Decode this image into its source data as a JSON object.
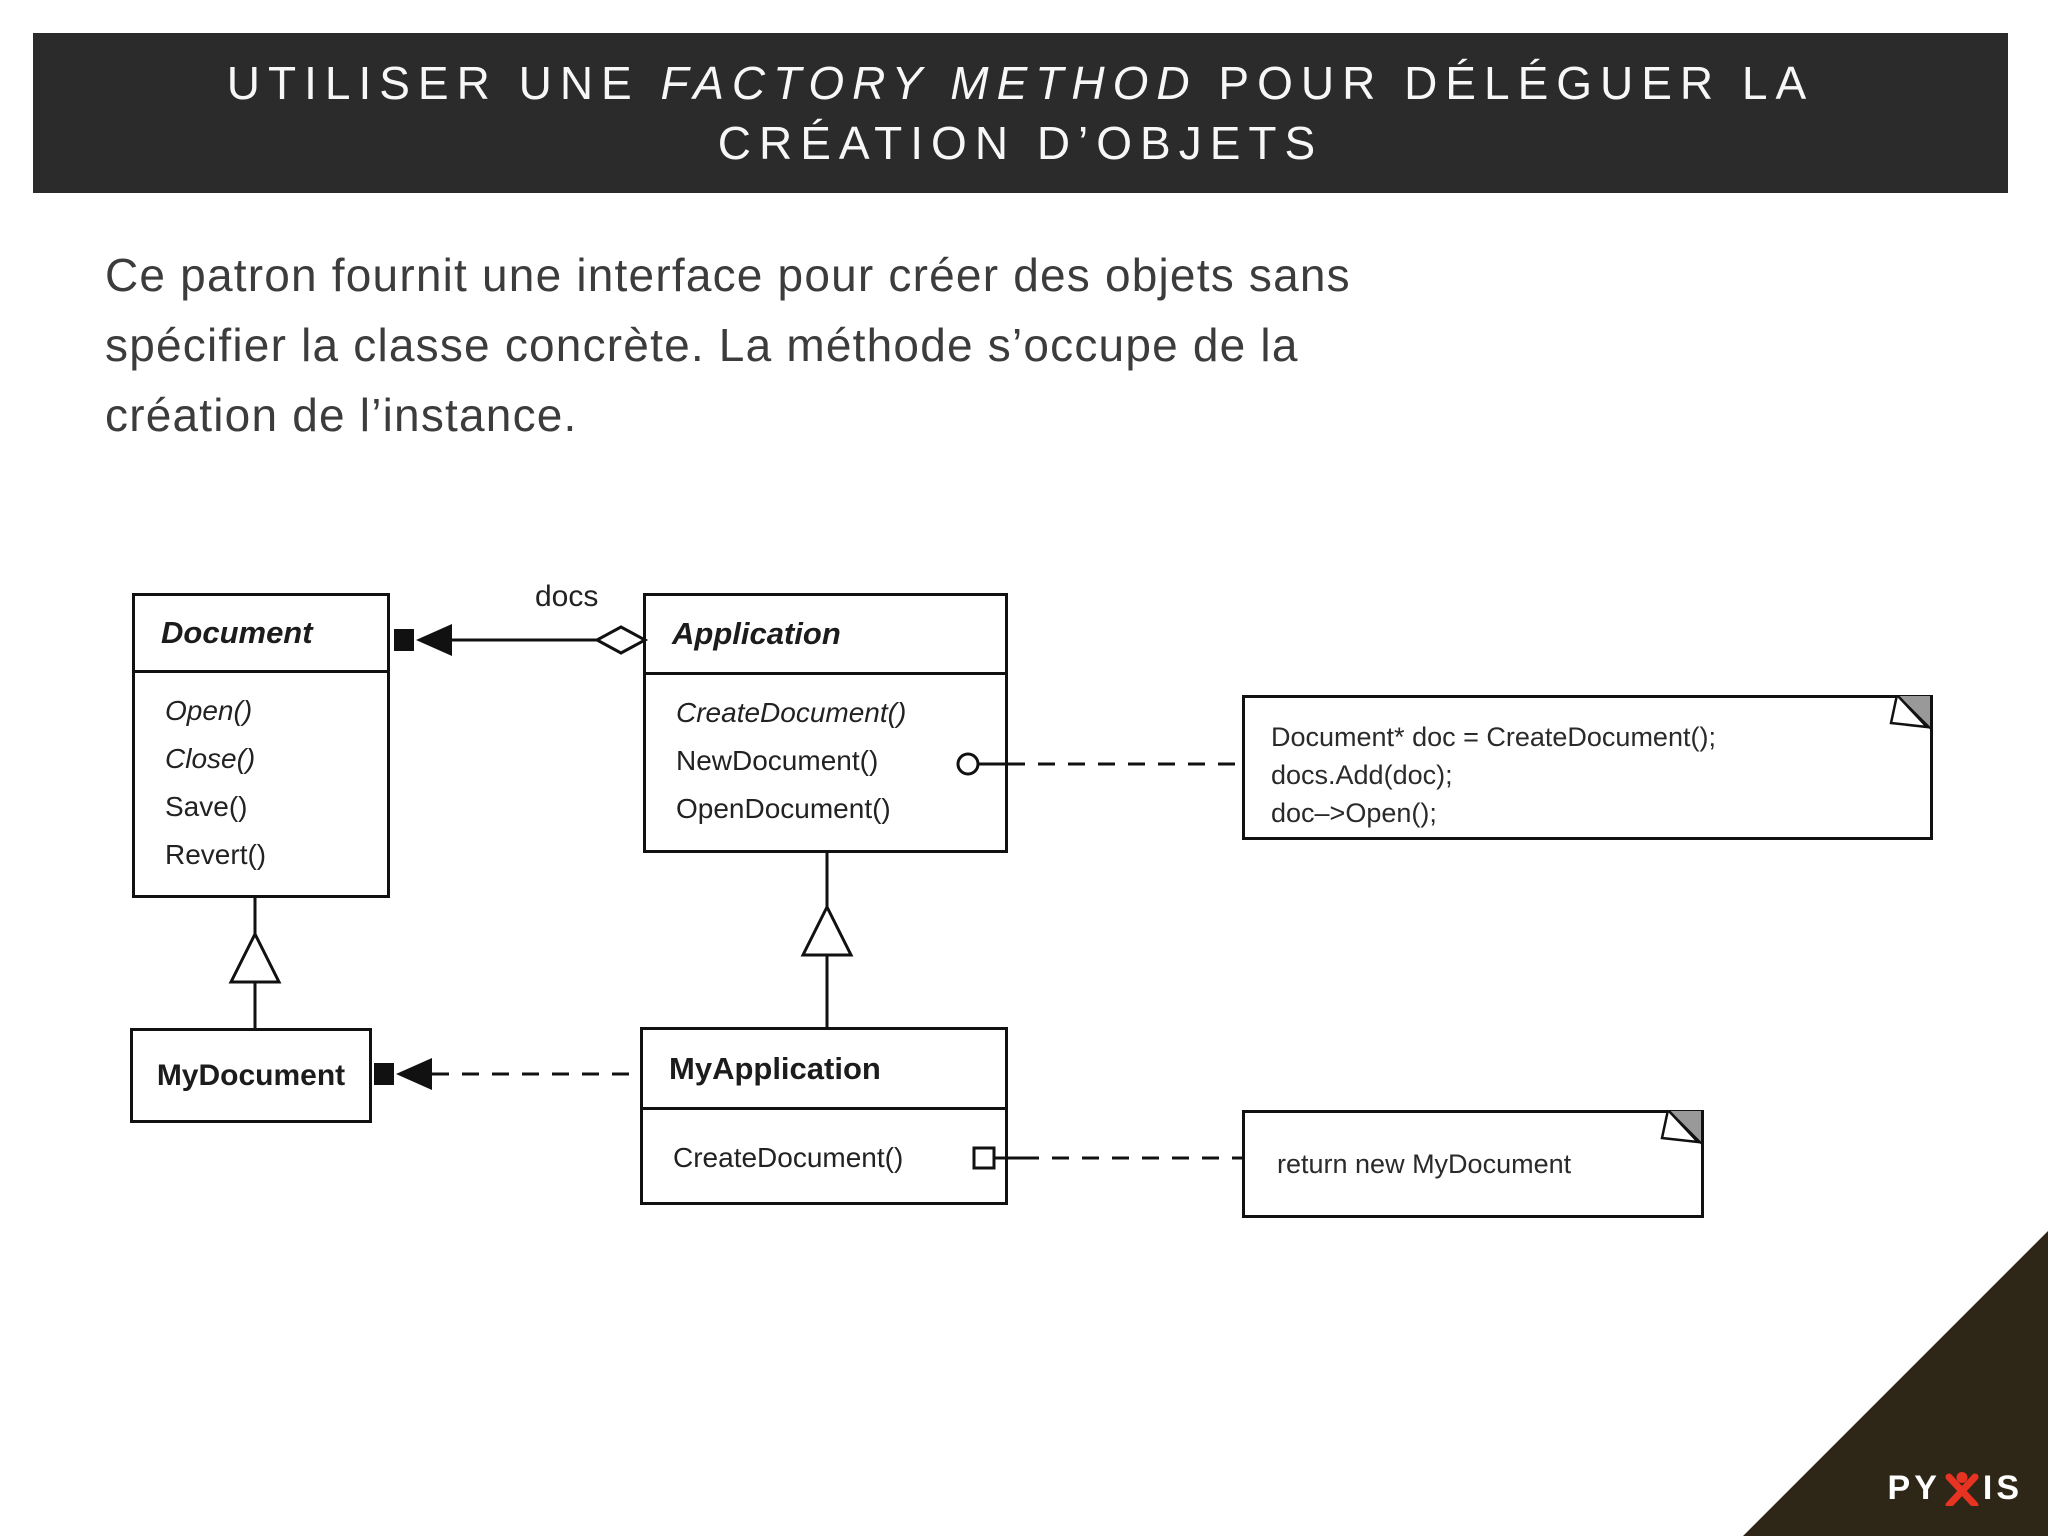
{
  "title": {
    "line1_pre": "UTILISER UNE ",
    "line1_italic": "FACTORY METHOD",
    "line1_post": " POUR DÉLÉGUER LA",
    "line2": "CRÉATION D’OBJETS"
  },
  "intro": "Ce patron fournit une interface pour créer des objets sans\nspécifier la classe concrète. La méthode s’occupe de la\ncréation de l’instance.",
  "diagram": {
    "document": {
      "title": "Document",
      "methods": [
        "Open()",
        "Close()",
        "Save()",
        "Revert()"
      ]
    },
    "application": {
      "title": "Application",
      "methods": [
        "CreateDocument()",
        "NewDocument()",
        "OpenDocument()"
      ]
    },
    "mydocument": {
      "title": "MyDocument"
    },
    "myapplication": {
      "title": "MyApplication",
      "methods": [
        "CreateDocument()"
      ]
    },
    "docs_label": "docs",
    "note_application": {
      "lines": [
        "Document* doc = CreateDocument();",
        "docs.Add(doc);",
        "doc–>Open();"
      ]
    },
    "note_myapplication": {
      "text": "return new MyDocument"
    }
  },
  "footer": {
    "brand_pre": "PY",
    "brand_post": "IS"
  },
  "colors": {
    "header_bg": "#2b2b2b",
    "body_text": "#3c3c3c",
    "diagram_stroke": "#111111",
    "note_fold_gray": "#999999",
    "corner_brown": "#2e2617",
    "brand_red": "#e63322"
  }
}
